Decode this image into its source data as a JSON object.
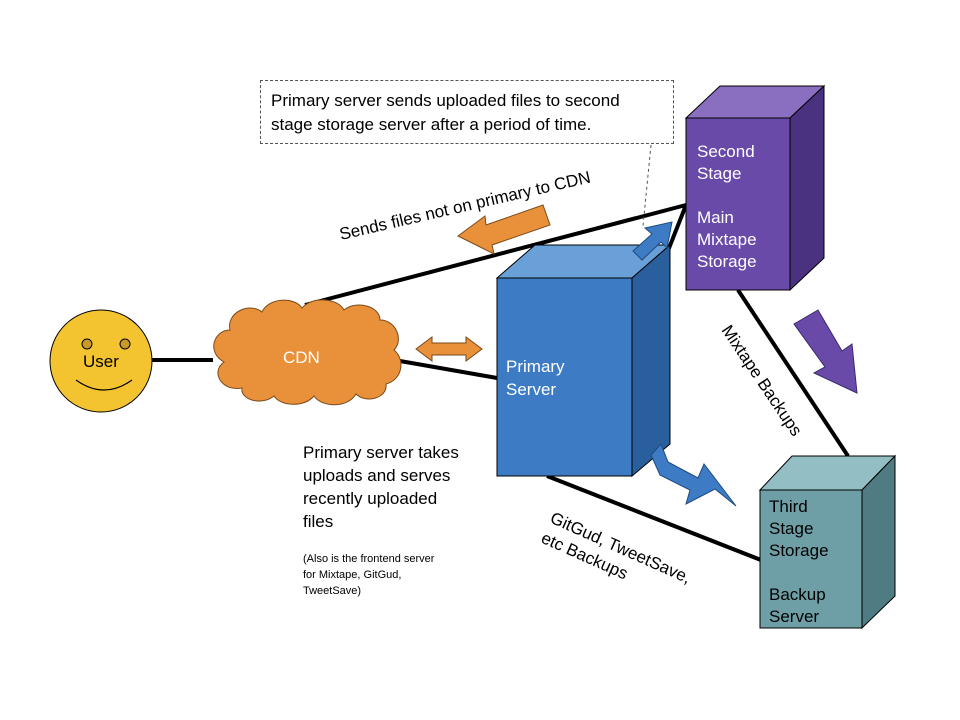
{
  "nodes": {
    "user": {
      "label": "User",
      "color": "#f4c430"
    },
    "cdn": {
      "label": "CDN",
      "color": "#e8913a"
    },
    "primary_server": {
      "lines": [
        "Primary",
        "Server"
      ],
      "color": "#3d7cc4"
    },
    "second_stage": {
      "lines": [
        "Second",
        "Stage",
        "",
        "Main",
        "Mixtape",
        "Storage"
      ],
      "color": "#6a4aa8"
    },
    "third_stage": {
      "lines": [
        "Third",
        "Stage",
        "Storage",
        "",
        "Backup",
        "Server"
      ],
      "color": "#6e9fa6"
    }
  },
  "annotations": {
    "second_stage_note": [
      "Primary server sends uploaded files to second",
      "stage storage server after a period of time."
    ],
    "cdn_fetch": "Sends files not on primary to CDN",
    "mixtape_backups": "Mixtape Backups",
    "other_backups": [
      "GitGud, TweetSave,",
      "etc Backups"
    ],
    "primary_description": [
      "Primary server takes",
      "uploads and serves",
      "recently uploaded",
      "files"
    ],
    "primary_description_small": [
      "(Also is the frontend server",
      "for Mixtape, GitGud,",
      "TweetSave)"
    ]
  },
  "arrow_colors": {
    "orange": "#e8913a",
    "blue": "#3d7cc4",
    "purple": "#6a4aa8"
  }
}
